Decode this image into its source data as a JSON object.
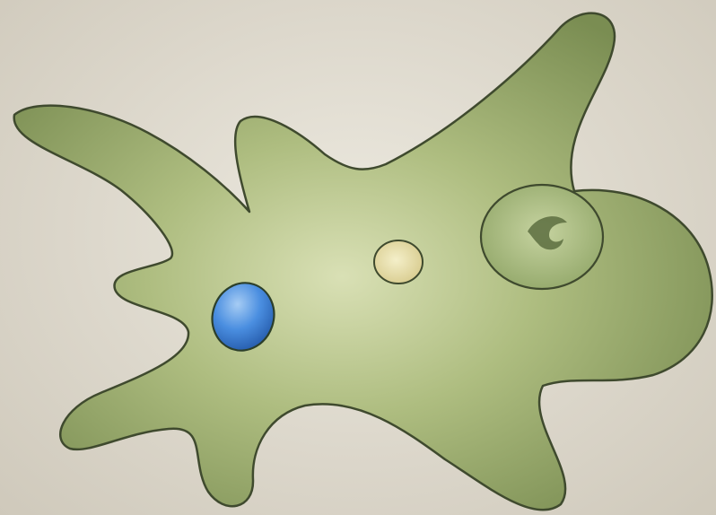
{
  "diagram": {
    "subject": "amoeba",
    "parts": [
      {
        "name": "cell-body",
        "color": "#9aab6f"
      },
      {
        "name": "nucleus",
        "color": "#b8c896"
      },
      {
        "name": "food-vacuole",
        "color": "#5a6b3e"
      },
      {
        "name": "contractile-vacuole",
        "color": "#3f7fd6"
      },
      {
        "name": "vesicle",
        "color": "#e4dca6"
      }
    ],
    "colors": {
      "background": "#dcd7cb",
      "outline": "#3f4a2e",
      "cytoplasm_light": "#d7dfb3",
      "cytoplasm_dark": "#7f9256"
    }
  }
}
